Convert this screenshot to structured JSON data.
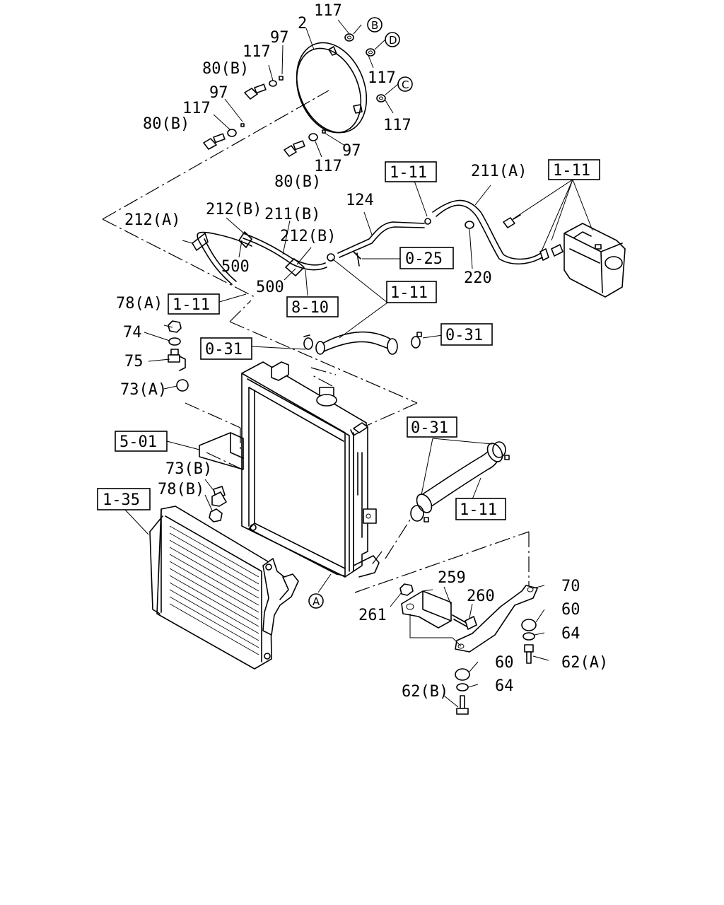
{
  "labels": [
    {
      "id": "l117a",
      "text": "117"
    },
    {
      "id": "l2",
      "text": "2"
    },
    {
      "id": "l97a",
      "text": "97"
    },
    {
      "id": "l117b",
      "text": "117"
    },
    {
      "id": "l80a",
      "text": "80(B)"
    },
    {
      "id": "l97b",
      "text": "97"
    },
    {
      "id": "l117c",
      "text": "117"
    },
    {
      "id": "l80b",
      "text": "80(B)"
    },
    {
      "id": "l117d",
      "text": "117"
    },
    {
      "id": "l117e",
      "text": "117"
    },
    {
      "id": "l97c",
      "text": "97"
    },
    {
      "id": "l117f",
      "text": "117"
    },
    {
      "id": "l80c",
      "text": "80(B)"
    },
    {
      "id": "l211a",
      "text": "211(A)"
    },
    {
      "id": "l124",
      "text": "124"
    },
    {
      "id": "l212a",
      "text": "212(A)"
    },
    {
      "id": "l212b1",
      "text": "212(B)"
    },
    {
      "id": "l211b",
      "text": "211(B)"
    },
    {
      "id": "l212b2",
      "text": "212(B)"
    },
    {
      "id": "l500a",
      "text": "500"
    },
    {
      "id": "l500b",
      "text": "500"
    },
    {
      "id": "l220",
      "text": "220"
    },
    {
      "id": "l78a",
      "text": "78(A)"
    },
    {
      "id": "l74",
      "text": "74"
    },
    {
      "id": "l75",
      "text": "75"
    },
    {
      "id": "l73a",
      "text": "73(A)"
    },
    {
      "id": "l73b",
      "text": "73(B)"
    },
    {
      "id": "l78b",
      "text": "78(B)"
    },
    {
      "id": "l259",
      "text": "259"
    },
    {
      "id": "l70",
      "text": "70"
    },
    {
      "id": "l261",
      "text": "261"
    },
    {
      "id": "l260",
      "text": "260"
    },
    {
      "id": "l60a",
      "text": "60"
    },
    {
      "id": "l64a",
      "text": "64"
    },
    {
      "id": "l62a",
      "text": "62(A)"
    },
    {
      "id": "l60b",
      "text": "60"
    },
    {
      "id": "l64b",
      "text": "64"
    },
    {
      "id": "l62b",
      "text": "62(B)"
    }
  ],
  "refs": [
    {
      "id": "r111a",
      "text": "1-11"
    },
    {
      "id": "r111b",
      "text": "1-11"
    },
    {
      "id": "r025",
      "text": "0-25"
    },
    {
      "id": "r111c",
      "text": "1-11"
    },
    {
      "id": "r810",
      "text": "8-10"
    },
    {
      "id": "r111d",
      "text": "1-11"
    },
    {
      "id": "r031a",
      "text": "0-31"
    },
    {
      "id": "r031b",
      "text": "0-31"
    },
    {
      "id": "r031c",
      "text": "0-31"
    },
    {
      "id": "r501",
      "text": "5-01"
    },
    {
      "id": "r111e",
      "text": "1-11"
    },
    {
      "id": "r135",
      "text": "1-35"
    }
  ],
  "circles": [
    {
      "id": "cB",
      "text": "B"
    },
    {
      "id": "cD",
      "text": "D"
    },
    {
      "id": "cC",
      "text": "C"
    },
    {
      "id": "cA",
      "text": "A"
    }
  ]
}
